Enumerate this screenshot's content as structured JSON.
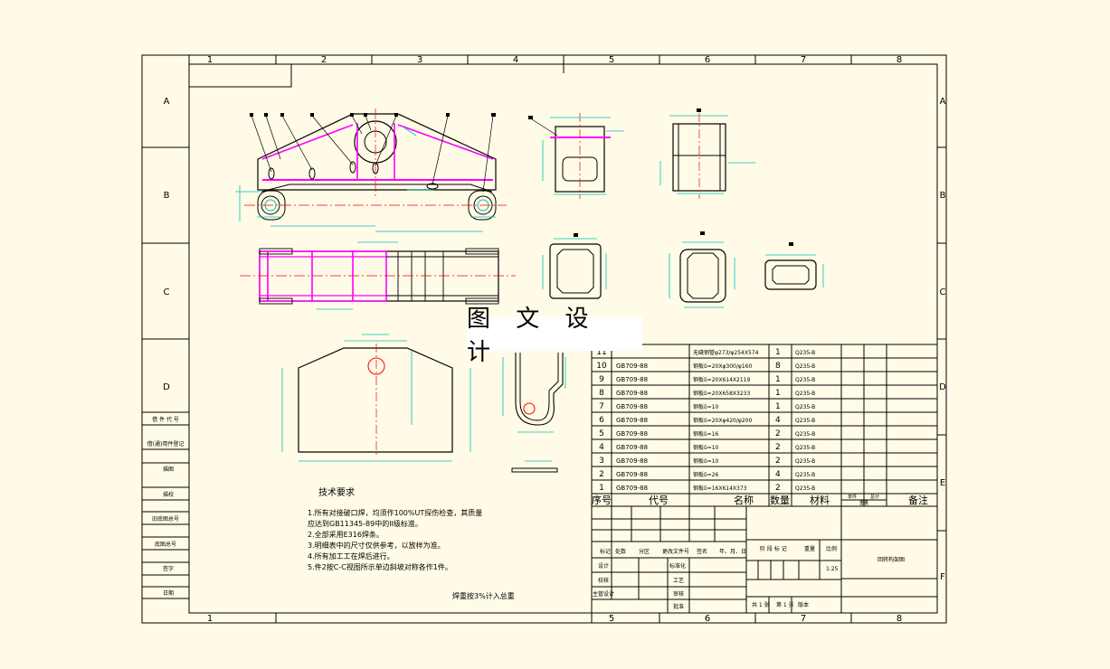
{
  "frame": {
    "cols_top": [
      "1",
      "2",
      "3",
      "4",
      "5",
      "6",
      "7",
      "8"
    ],
    "cols_bottom": [
      "1",
      "5",
      "6",
      "7",
      "8"
    ],
    "rows": [
      "A",
      "B",
      "C",
      "D",
      "E",
      "F"
    ]
  },
  "left_strip": {
    "labels": [
      "借 件 代 号",
      "借(通)用件登记",
      "描图",
      "描校",
      "旧底图总号",
      "底图总号",
      "签字",
      "日期"
    ]
  },
  "watermark": "图 文 设 计",
  "tech": {
    "title": "技术要求",
    "lines": [
      "1.所有对接破口焊，均须作100%UT探伤检查，其质量",
      "应达到GB11345-89中的II级标准。",
      "2.全部采用E316焊条。",
      "3.明细表中的尺寸仅供参考，以放样为准。",
      "4.所有加工工在焊后进行。",
      "5.件2按C-C视图所示单边斜坡对称各作1件。"
    ],
    "weight_note": "焊重按3%计入总重"
  },
  "bom": {
    "header": {
      "seq": "序号",
      "code": "代号",
      "name": "名称",
      "qty": "数量",
      "material": "材料",
      "single": "单件",
      "total": "总计",
      "weight": "重量",
      "note": "备注"
    },
    "rows": [
      {
        "seq": "11",
        "code": "",
        "name": "无缝钢管φ273/φ254X574",
        "qty": "1",
        "material": "Q235-B"
      },
      {
        "seq": "10",
        "code": "GB709-88",
        "name": "钢板δ=20Xφ300/φ160",
        "qty": "8",
        "material": "Q235-B"
      },
      {
        "seq": "9",
        "code": "GB709-88",
        "name": "钢板δ=20X614X2119",
        "qty": "1",
        "material": "Q235-B"
      },
      {
        "seq": "8",
        "code": "GB709-88",
        "name": "钢板δ=20X658X3233",
        "qty": "1",
        "material": "Q235-B"
      },
      {
        "seq": "7",
        "code": "GB709-88",
        "name": "钢板δ=10",
        "qty": "1",
        "material": "Q235-B"
      },
      {
        "seq": "6",
        "code": "GB709-88",
        "name": "钢板δ=20Xφ420/φ200",
        "qty": "4",
        "material": "Q235-B"
      },
      {
        "seq": "5",
        "code": "GB709-88",
        "name": "钢板δ=16",
        "qty": "2",
        "material": "Q235-B"
      },
      {
        "seq": "4",
        "code": "GB709-88",
        "name": "钢板δ=10",
        "qty": "2",
        "material": "Q235-B"
      },
      {
        "seq": "3",
        "code": "GB709-88",
        "name": "钢板δ=10",
        "qty": "2",
        "material": "Q235-B"
      },
      {
        "seq": "2",
        "code": "GB709-88",
        "name": "钢板δ=26",
        "qty": "4",
        "material": "Q235-B"
      },
      {
        "seq": "1",
        "code": "GB709-88",
        "name": "钢板δ=16X614X373",
        "qty": "2",
        "material": "Q235-B"
      }
    ]
  },
  "title_block": {
    "revision_headers": [
      "标记",
      "处数",
      "分区",
      "更改文件号",
      "签名",
      "年、月、日"
    ],
    "roles": [
      "设计",
      "标准化",
      "校核",
      "工艺",
      "主管设计",
      "审核",
      "批准"
    ],
    "stage_label": "阶 段 标 记",
    "weight_label": "重量",
    "scale_label": "比例",
    "scale_value": "1:25",
    "drawing_name": "回转构架图",
    "sheets_total": "共 1 张",
    "sheet_no": "第 1 张",
    "version": "版本"
  }
}
